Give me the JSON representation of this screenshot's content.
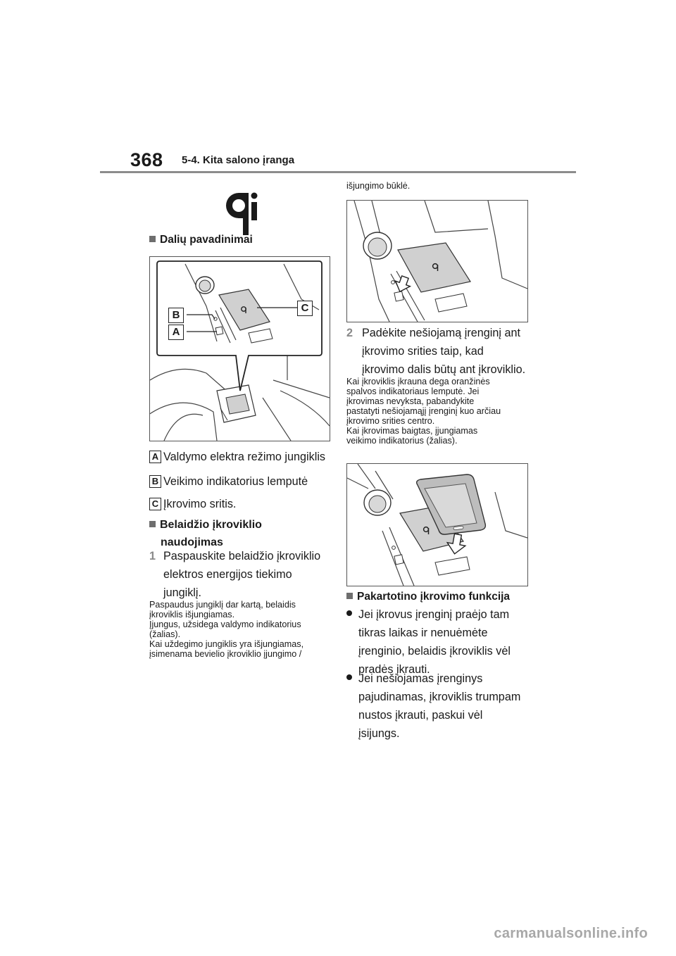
{
  "header": {
    "page_number": "368",
    "section": "5-4. Kita salono įranga"
  },
  "left": {
    "heading_parts": "Dalių pavadinimai",
    "callouts": {
      "a": "A",
      "b": "B",
      "c": "C"
    },
    "legend": [
      {
        "letter": "A",
        "text": "Valdymo elektra režimo jungiklis"
      },
      {
        "letter": "B",
        "text": "Veikimo indikatorius lemputė"
      },
      {
        "letter": "C",
        "text": "Įkrovimo sritis."
      }
    ],
    "heading_use_line1": "Belaidžio įkroviklio",
    "heading_use_line2": "naudojimas",
    "step1_num": "1",
    "step1_lines": [
      "Paspauskite belaidžio įkroviklio",
      "elektros energijos tiekimo",
      "jungiklį."
    ],
    "note_lines": [
      "Paspaudus jungiklį dar kartą, belaidis",
      "įkroviklis išjungiamas.",
      "Įjungus, užsidega valdymo indikatorius",
      "(žalias).",
      "Kai uždegimo jungiklis yra išjungiamas,",
      "įsimenama bevielio įkroviklio įjungimo /"
    ]
  },
  "right": {
    "continuation": "išjungimo būklė.",
    "step2_num": "2",
    "step2_lines": [
      "Padėkite nešiojamą įrenginį ant",
      "įkrovimo srities taip, kad",
      "įkrovimo dalis būtų ant įkroviklio."
    ],
    "note_lines": [
      "Kai įkroviklis įkrauna dega oranžinės",
      "spalvos indikatoriaus lemputė. Jei",
      "įkrovimas nevyksta, pabandykite",
      "pastatyti nešiojamąjį įrenginį kuo arčiau",
      "įkrovimo srities centro.",
      "Kai įkrovimas baigtas, įjungiamas",
      "veikimo indikatorius (žalias)."
    ],
    "heading_recharge": "Pakartotino įkrovimo funkcija",
    "bullet1_lines": [
      "Jei įkrovus įrenginį praėjo tam",
      "tikras laikas ir nenuėmėte",
      "įrenginio, belaidis įkroviklis vėl",
      "pradės įkrauti."
    ],
    "bullet2_lines": [
      "Jei nešiojamas įrenginys",
      "pajudinamas, įkroviklis trumpam",
      "nustos įkrauti, paskui vėl",
      "įsijungs."
    ]
  },
  "footer": {
    "watermark": "carmanualsonline.info"
  },
  "icons": [
    "qi-logo-icon",
    "qi-small-icon",
    "arrow-down-icon",
    "phone-icon",
    "bullet-dot-icon"
  ],
  "colors": {
    "text": "#1a1a1a",
    "rule": "#8c8c8c",
    "step_number": "#8a8a8a",
    "square_marker": "#6e6e6e"
  }
}
